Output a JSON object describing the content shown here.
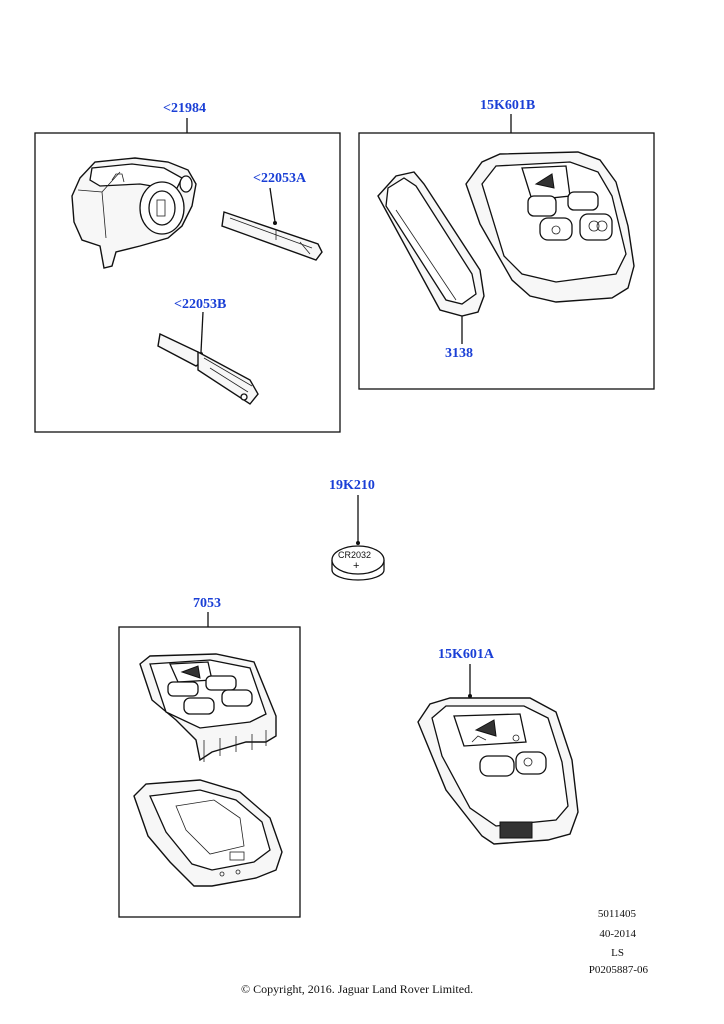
{
  "colors": {
    "callout": "#1a3fd6",
    "line": "#111111",
    "background": "#ffffff"
  },
  "callouts": {
    "lock_cylinder": "<21984",
    "key_blade_a": "<22053A",
    "key_blade_b": "<22053B",
    "smart_key_b": "15K601B",
    "key_cover": "3138",
    "battery": "19K210",
    "battery_marking": "CR2032",
    "battery_polarity": "+",
    "key_housing": "7053",
    "smart_key_a": "15K601A"
  },
  "footer": {
    "ref_1": "5011405",
    "ref_2": "40-2014",
    "ref_3": "LS",
    "ref_4": "P0205887-06",
    "copyright": "© Copyright, 2016. Jaguar Land Rover Limited."
  }
}
